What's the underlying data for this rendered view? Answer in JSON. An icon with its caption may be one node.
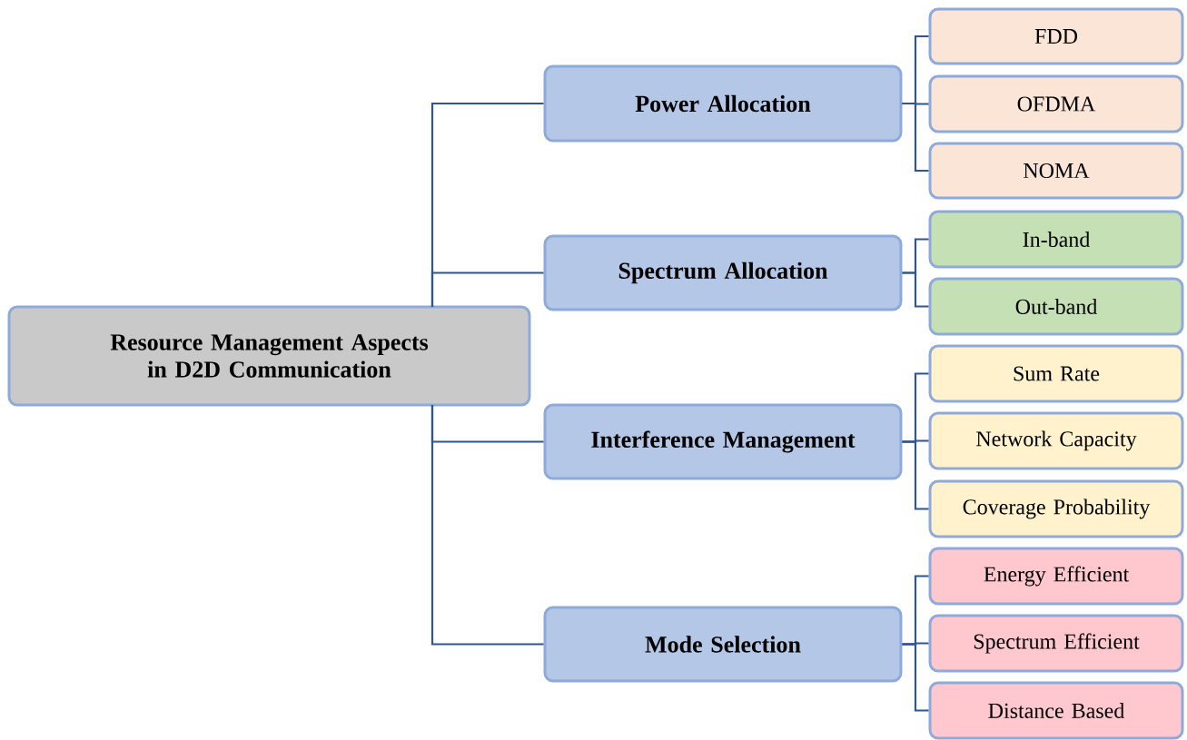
{
  "diagram": {
    "nodes": [
      {
        "text": [
          "Resource Management Aspects in D2D Communication"
        ]
      },
      {
        "text": [
          "Power Allocation"
        ]
      },
      {
        "text": [
          "Spectrum Allocation"
        ]
      },
      {
        "text": [
          "Interference Management"
        ]
      },
      {
        "text": [
          "Mode Selection"
        ]
      },
      {
        "text": [
          "FDD"
        ]
      },
      {
        "text": [
          "OFDMA"
        ]
      },
      {
        "text": [
          "NOMA"
        ]
      },
      {
        "text": [
          "In-band"
        ]
      },
      {
        "text": [
          "Out-band"
        ]
      },
      {
        "text": [
          "Sum Rate"
        ]
      },
      {
        "text": [
          "Network Capacity"
        ]
      },
      {
        "text": [
          "Coverage Probability"
        ]
      },
      {
        "text": [
          "Energy Efficient"
        ]
      },
      {
        "text": [
          "Spectrum Efficient"
        ]
      },
      {
        "text": [
          "Distance Based"
        ]
      }
    ],
    "edges": [
      {
        "from": 0,
        "to": 1,
        "arrow": "none"
      },
      {
        "from": 0,
        "to": 2,
        "arrow": "none"
      },
      {
        "from": 0,
        "to": 3,
        "arrow": "none"
      },
      {
        "from": 0,
        "to": 4,
        "arrow": "none"
      },
      {
        "from": 1,
        "to": 5,
        "arrow": "none"
      },
      {
        "from": 1,
        "to": 6,
        "arrow": "none"
      },
      {
        "from": 1,
        "to": 7,
        "arrow": "none"
      },
      {
        "from": 2,
        "to": 8,
        "arrow": "none"
      },
      {
        "from": 2,
        "to": 9,
        "arrow": "none"
      },
      {
        "from": 3,
        "to": 10,
        "arrow": "none"
      },
      {
        "from": 3,
        "to": 11,
        "arrow": "none"
      },
      {
        "from": 3,
        "to": 12,
        "arrow": "none"
      },
      {
        "from": 4,
        "to": 13,
        "arrow": "none"
      },
      {
        "from": 4,
        "to": 14,
        "arrow": "none"
      },
      {
        "from": 4,
        "to": 15,
        "arrow": "none"
      }
    ]
  }
}
